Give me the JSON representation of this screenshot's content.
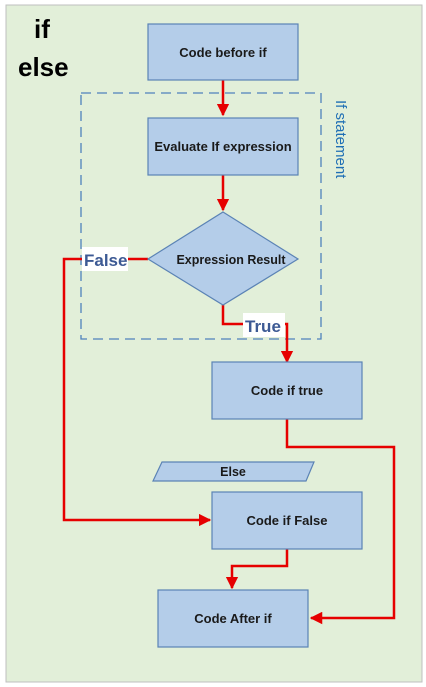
{
  "title": {
    "line1": "if",
    "line2": "else"
  },
  "group_label": "If statement",
  "nodes": {
    "code_before": "Code before if",
    "evaluate": "Evaluate If expression",
    "decision": "Expression Result",
    "code_true": "Code if true",
    "else_label": "Else",
    "code_false": "Code if False",
    "code_after": "Code After if"
  },
  "branches": {
    "false": "False",
    "true": "True"
  },
  "colors": {
    "background": "#e2efd9",
    "box_fill": "#b4cde9",
    "box_stroke": "#5b83b5",
    "arrow": "#e60000",
    "dashed": "#4f81bd"
  }
}
